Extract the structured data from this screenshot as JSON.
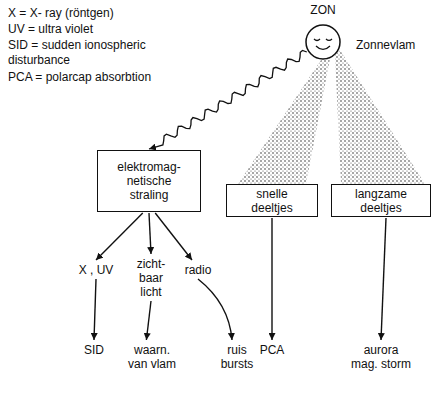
{
  "diagram": {
    "nodes": [
      {
        "text": [
          "ZON"
        ]
      },
      {
        "text": [
          "elektromag- netische straling"
        ]
      },
      {
        "text": [
          "snelle deeltjes"
        ]
      },
      {
        "text": [
          "langzame deeltjes"
        ]
      },
      {
        "text": [
          "X , UV"
        ]
      },
      {
        "text": [
          "zicht- baar licht"
        ]
      },
      {
        "text": [
          "radio"
        ]
      },
      {
        "text": [
          "SID"
        ]
      },
      {
        "text": [
          "waarn. van vlam"
        ]
      },
      {
        "text": [
          "ruis bursts"
        ]
      },
      {
        "text": [
          "PCA"
        ]
      },
      {
        "text": [
          "aurora mag. storm"
        ]
      }
    ],
    "edges": [
      {
        "from": 0,
        "to": 1,
        "arrow": "to"
      },
      {
        "from": 0,
        "to": 2,
        "arrow": "none"
      },
      {
        "from": 0,
        "to": 3,
        "arrow": "none"
      },
      {
        "from": 1,
        "to": 4,
        "arrow": "to"
      },
      {
        "from": 1,
        "to": 5,
        "arrow": "to"
      },
      {
        "from": 1,
        "to": 6,
        "arrow": "to"
      },
      {
        "from": 4,
        "to": 7,
        "arrow": "to"
      },
      {
        "from": 5,
        "to": 8,
        "arrow": "to"
      },
      {
        "from": 6,
        "to": 9,
        "arrow": "to"
      },
      {
        "from": 2,
        "to": 10,
        "arrow": "to"
      },
      {
        "from": 3,
        "to": 11,
        "arrow": "to"
      }
    ],
    "labels": [
      "X = X- ray (röntgen)",
      "UV = ultra violet",
      "SID = sudden ionospheric disturbance",
      "PCA = polarcap absorbtion",
      "Zonnevlam"
    ]
  }
}
